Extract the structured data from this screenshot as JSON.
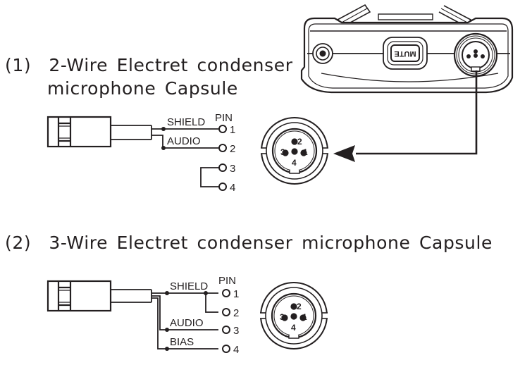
{
  "section1": {
    "number": "(1)",
    "title_line1": "2-Wire Electret condenser",
    "title_line2": "microphone Capsule",
    "pin_header": "PIN",
    "wires": [
      {
        "label": "SHIELD",
        "pins": [
          "1"
        ]
      },
      {
        "label": "AUDIO",
        "pins": [
          "2"
        ]
      }
    ],
    "pins": [
      "1",
      "2",
      "3",
      "4"
    ],
    "jumper": [
      "3",
      "4"
    ],
    "connector_pins": [
      "1",
      "2",
      "3",
      "4"
    ]
  },
  "section2": {
    "number": "(2)",
    "title": "3-Wire Electret condenser microphone Capsule",
    "pin_header": "PIN",
    "wires": [
      {
        "label": "SHIELD",
        "pins": [
          "1",
          "2"
        ]
      },
      {
        "label": "AUDIO",
        "pins": [
          "3"
        ]
      },
      {
        "label": "BIAS",
        "pins": [
          "4"
        ]
      }
    ],
    "pins": [
      "1",
      "2",
      "3",
      "4"
    ],
    "connector_pins": [
      "1",
      "2",
      "3",
      "4"
    ]
  },
  "device": {
    "button_label": "MUTE"
  },
  "colors": {
    "ink": "#231f20",
    "background": "#ffffff"
  }
}
